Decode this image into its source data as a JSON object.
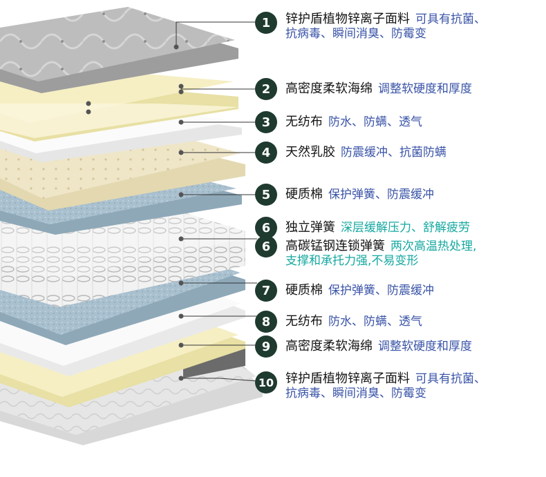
{
  "layers": [
    {
      "num": "1",
      "name": "锌护盾植物锌离子面料",
      "desc": "可具有抗菌、",
      "desc2": "抗病毒、瞬间消臭、防霉变",
      "color": "blue"
    },
    {
      "num": "2",
      "name": "高密度柔软海绵",
      "desc": "调整软硬度和厚度",
      "color": "blue"
    },
    {
      "num": "3",
      "name": "无纺布",
      "desc": "防水、防螨、透气",
      "color": "blue"
    },
    {
      "num": "4",
      "name": "天然乳胶",
      "desc": "防震缓冲、抗菌防螨",
      "color": "blue"
    },
    {
      "num": "5",
      "name": "硬质棉",
      "desc": "保护弹簧、防震缓冲",
      "color": "blue"
    },
    {
      "num": "6",
      "name": "独立弹簧",
      "desc": "深层缓解压力、舒解疲劳",
      "color": "teal"
    },
    {
      "num": "6",
      "name": "高碳锰钢连锁弹簧",
      "desc": "两次高温热处理,",
      "desc2": "支撑和承托力强,不易变形",
      "color": "teal"
    },
    {
      "num": "7",
      "name": "硬质棉",
      "desc": "保护弹簧、防震缓冲",
      "color": "blue"
    },
    {
      "num": "8",
      "name": "无纺布",
      "desc": "防水、防螨、透气",
      "color": "blue"
    },
    {
      "num": "9",
      "name": "高密度柔软海绵",
      "desc": "调整软硬度和厚度",
      "color": "blue"
    },
    {
      "num": "10",
      "name": "锌护盾植物锌离子面料",
      "desc": "可具有抗菌、",
      "desc2": "抗病毒、瞬间消臭、防霉变",
      "color": "blue"
    }
  ],
  "colors": {
    "badge": "#1f3a2f",
    "desc_blue": "#3953a7",
    "desc_teal": "#15a8a0",
    "leader": "#333333"
  }
}
